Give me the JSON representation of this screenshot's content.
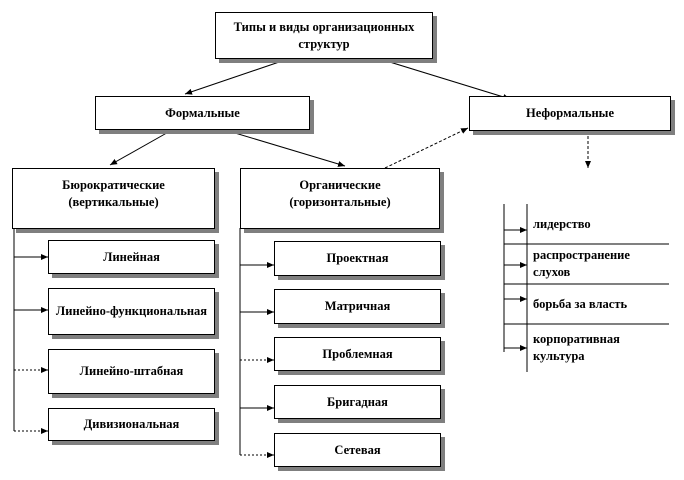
{
  "diagram": {
    "root": {
      "title": "Типы и виды организационных структур"
    },
    "formal": {
      "label": "Формальные"
    },
    "informal": {
      "label": "Неформальные"
    },
    "bureaucratic": {
      "title": "Бюрократические (вертикальные)",
      "items": [
        "Линейная",
        "Линейно-функциональная",
        "Линейно-штабная",
        "Дивизиональная"
      ]
    },
    "organic": {
      "title": "Органические (горизонтальные)",
      "items": [
        "Проектная",
        "Матричная",
        "Проблемная",
        "Бригадная",
        "Сетевая"
      ]
    },
    "components": {
      "title": "Компоненты:",
      "items": [
        "лидерство",
        "распространение слухов",
        "борьба за власть",
        "корпоративная культура"
      ]
    }
  }
}
